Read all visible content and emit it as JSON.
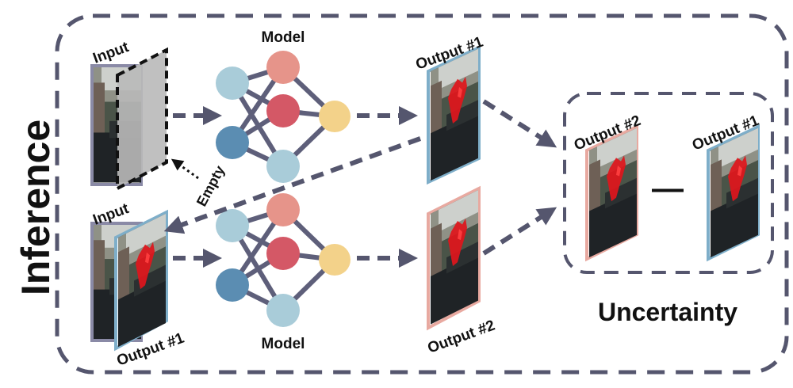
{
  "title": "Inference",
  "labels": {
    "input_top": "Input",
    "input_bottom": "Input",
    "model_top": "Model",
    "model_bottom": "Model",
    "empty": "Empty",
    "output1_top": "Output #1",
    "output1_overlay": "Output #1",
    "output2_bottom": "Output #2",
    "unc_output2": "Output #2",
    "unc_output1": "Output #1",
    "uncertainty": "Uncertainty",
    "minus": "—"
  },
  "colors": {
    "dash_border": "#55566e",
    "arrow": "#55566e",
    "edge": "#5e5f7a",
    "node_light_blue": "#a9ccd9",
    "node_dark_blue": "#5b8db2",
    "node_salmon": "#e6948a",
    "node_red": "#d45866",
    "node_yellow": "#f3d28a",
    "frame_blue": "#7eaec9",
    "frame_pink": "#e8a9a0",
    "frame_purple": "#8a8aa6",
    "mask_red": "#e0161c"
  }
}
